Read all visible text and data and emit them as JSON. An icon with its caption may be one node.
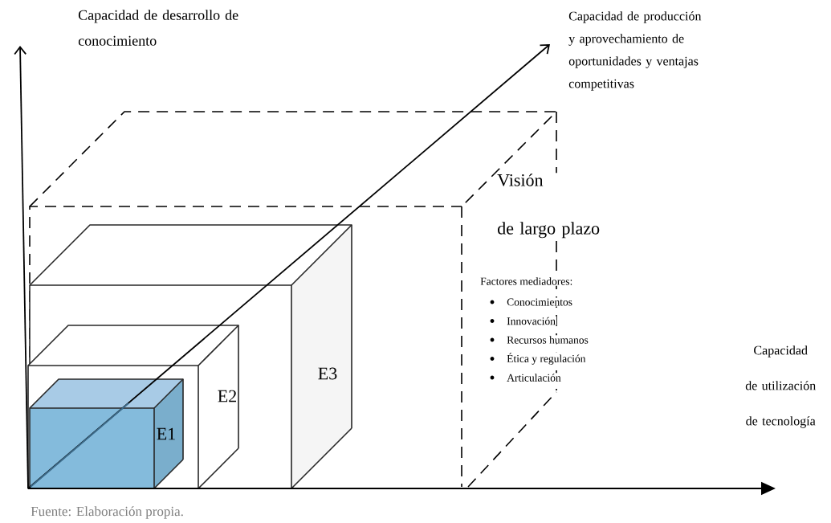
{
  "diagram": {
    "caption": "Fuente: Elaboración propia.",
    "nodes": [
      {
        "text": [
          "Visión de largo plazo",
          "Factores mediadores:",
          "Conocimientos",
          "Innovación",
          "Recursos humanos",
          "Ética y regulación",
          "Articulación"
        ]
      },
      {
        "text": [
          "E3"
        ],
        "in": 0
      },
      {
        "text": [
          "E2"
        ],
        "in": 1
      },
      {
        "text": [
          "E1"
        ],
        "in": 2
      }
    ],
    "labels": [
      "Capacidad de desarrollo de conocimiento",
      "Capacidad de producción y aprovechamiento de oportunidades y ventajas competitivas",
      "Capacidad de utilización de tecnología"
    ]
  }
}
